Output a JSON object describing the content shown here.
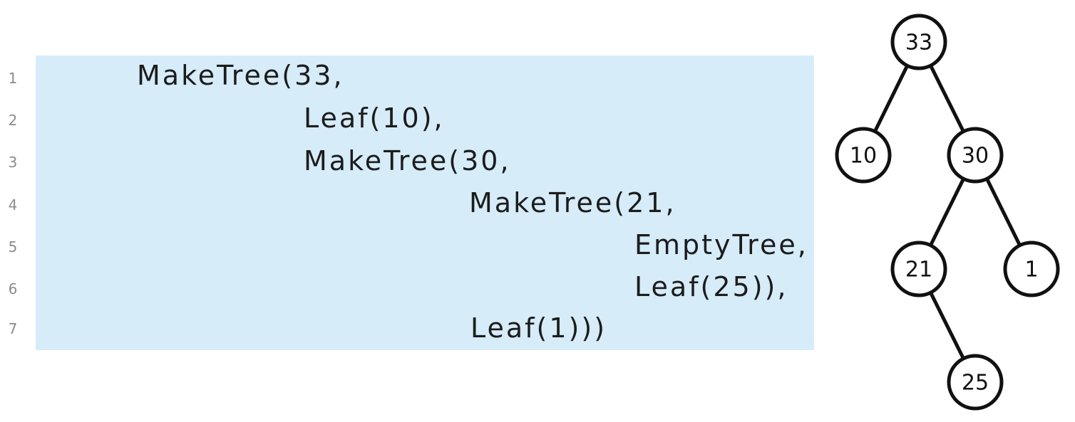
{
  "code": {
    "lines": [
      {
        "number": "1",
        "text": "MakeTree(33,"
      },
      {
        "number": "2",
        "text": "Leaf(10),"
      },
      {
        "number": "3",
        "text": "MakeTree(30,"
      },
      {
        "number": "4",
        "text": "MakeTree(21,"
      },
      {
        "number": "5",
        "text": "EmptyTree,"
      },
      {
        "number": "6",
        "text": "Leaf(25)),"
      },
      {
        "number": "7",
        "text": "Leaf(1)))"
      }
    ]
  },
  "tree": {
    "nodes": [
      {
        "id": "n33",
        "label": "33"
      },
      {
        "id": "n10",
        "label": "10"
      },
      {
        "id": "n30",
        "label": "30"
      },
      {
        "id": "n21",
        "label": "21"
      },
      {
        "id": "n1",
        "label": "1"
      },
      {
        "id": "n25",
        "label": "25"
      }
    ],
    "edges": [
      {
        "from": "n33",
        "to": "n10"
      },
      {
        "from": "n33",
        "to": "n30"
      },
      {
        "from": "n30",
        "to": "n21"
      },
      {
        "from": "n30",
        "to": "n1"
      },
      {
        "from": "n21",
        "to": "n25"
      }
    ]
  }
}
